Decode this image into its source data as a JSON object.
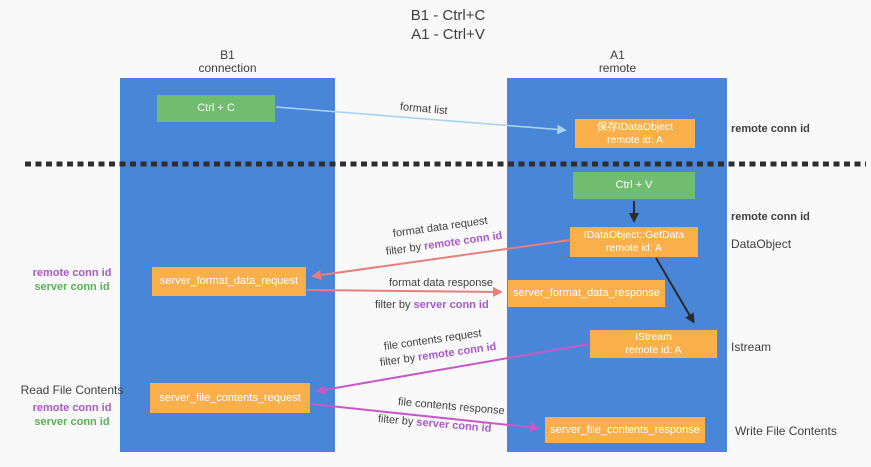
{
  "title": {
    "line1": "B1 - Ctrl+C",
    "line2": "A1 - Ctrl+V"
  },
  "lifelines": {
    "left": {
      "name": "B1",
      "role": "connection"
    },
    "right": {
      "name": "A1",
      "role": "remote"
    }
  },
  "boxes": {
    "ctrl_c": {
      "label": "Ctrl + C"
    },
    "save_dataobject": {
      "line1": "保存IDataObject",
      "line2": "remote id: A"
    },
    "ctrl_v": {
      "label": "Ctrl + V"
    },
    "getdata": {
      "line1": "IDataObject::GetData",
      "line2": "remote id: A"
    },
    "server_format_data_request": {
      "label": "server_format_data_request"
    },
    "server_format_data_response": {
      "label": "server_format_data_response"
    },
    "istream": {
      "line1": "IStream",
      "line2": "remote id: A"
    },
    "server_file_contents_request": {
      "label": "server_file_contents_request"
    },
    "server_file_contents_response": {
      "label": "server_file_contents_response"
    }
  },
  "flow_labels": {
    "format_list": "format list",
    "format_data_request": "format data request",
    "format_data_response": "format data response",
    "file_contents_request": "file contents request",
    "file_contents_response": "file contents response",
    "filter_by": "filter by ",
    "remote_conn_id": "remote conn id",
    "server_conn_id": "server conn id"
  },
  "side_labels": {
    "remote_conn_id_top_right": "remote conn id",
    "remote_conn_id_mid_right": "remote conn id",
    "dataobject": "DataObject",
    "istream": "Istream",
    "write_file_contents": "Write File Contents",
    "remote_conn_id_left_1": "remote conn id",
    "server_conn_id_left_1": "server conn id",
    "read_file_contents": "Read File Contents",
    "remote_conn_id_left_2": "remote conn id",
    "server_conn_id_left_2": "server conn id"
  },
  "colors": {
    "lifeline_blue": "#4a86d8",
    "action_green": "#71bd6f",
    "message_orange": "#f9b04a",
    "arrow_light_blue": "#a9d3f2",
    "arrow_salmon": "#e87e7e",
    "arrow_magenta": "#c858c8",
    "arrow_black": "#2b2b2b",
    "dashed_line_black": "#2e2e2e",
    "text_purple": "#a957cf",
    "text_green": "#57b257",
    "text_dark": "#3d3d3d",
    "background": "#f9f9f9"
  }
}
